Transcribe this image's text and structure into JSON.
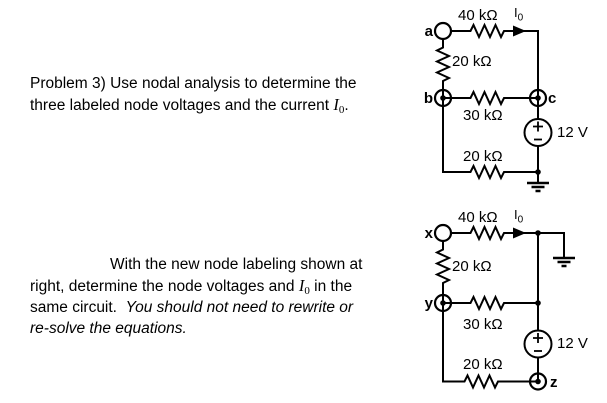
{
  "colors": {
    "ink": "#000000",
    "background": "#ffffff"
  },
  "problem": {
    "line1": "Problem 3) Use nodal analysis to determine the",
    "line2_pre": "three labeled node voltages and the current ",
    "current_symbol": "I",
    "current_sub": "0",
    "line2_post": "."
  },
  "followup": {
    "line1": "With the new node labeling shown at",
    "line2_pre": "right, determine the node voltages and ",
    "current_symbol": "I",
    "current_sub": "0",
    "line2_post": " in the",
    "line3_pre": "same circuit.  ",
    "line3_italic": "You should not need to rewrite or",
    "line4_italic": "re-solve the equations."
  },
  "circuit1": {
    "r_top": "40 kΩ",
    "current_symbol": "I",
    "current_sub": "0",
    "node_a": "a",
    "r_left": "20 kΩ",
    "node_b": "b",
    "node_c": "c",
    "r_middle": "30 kΩ",
    "source": "12 V",
    "r_bottom": "20 kΩ"
  },
  "circuit2": {
    "r_top": "40 kΩ",
    "current_symbol": "I",
    "current_sub": "0",
    "node_x": "x",
    "r_left": "20 kΩ",
    "node_y": "y",
    "r_middle": "30 kΩ",
    "source": "12 V",
    "r_bottom": "20 kΩ",
    "node_z": "z"
  }
}
